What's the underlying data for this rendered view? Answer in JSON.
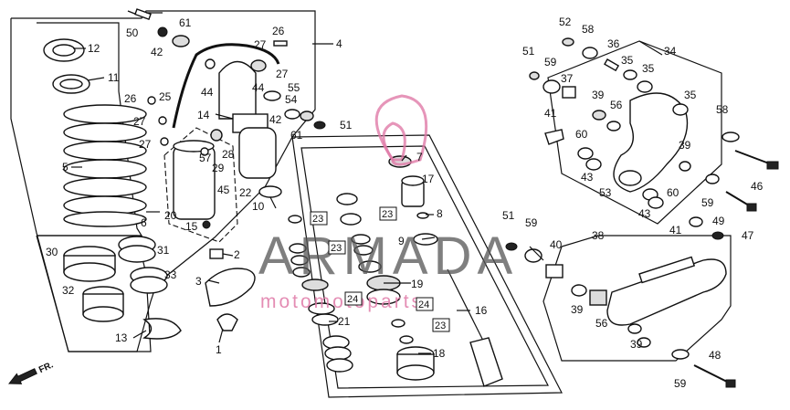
{
  "watermark": {
    "brand": "ARMADA",
    "tagline": "motomotoparts"
  },
  "direction_label": "FR.",
  "callouts": [
    {
      "id": "c1",
      "label": "1"
    },
    {
      "id": "c2",
      "label": "2"
    },
    {
      "id": "c3",
      "label": "3"
    },
    {
      "id": "c4",
      "label": "4"
    },
    {
      "id": "c5",
      "label": "5"
    },
    {
      "id": "c6",
      "label": "6"
    },
    {
      "id": "c7",
      "label": "7"
    },
    {
      "id": "c8",
      "label": "8"
    },
    {
      "id": "c9",
      "label": "9"
    },
    {
      "id": "c10",
      "label": "10"
    },
    {
      "id": "c11",
      "label": "11"
    },
    {
      "id": "c12",
      "label": "12"
    },
    {
      "id": "c13",
      "label": "13"
    },
    {
      "id": "c14",
      "label": "14"
    },
    {
      "id": "c15",
      "label": "15"
    },
    {
      "id": "c16",
      "label": "16"
    },
    {
      "id": "c17",
      "label": "17"
    },
    {
      "id": "c18",
      "label": "18"
    },
    {
      "id": "c19",
      "label": "19"
    },
    {
      "id": "c20",
      "label": "20"
    },
    {
      "id": "c21",
      "label": "21"
    },
    {
      "id": "c22",
      "label": "22"
    },
    {
      "id": "c23a",
      "label": "23"
    },
    {
      "id": "c23b",
      "label": "23"
    },
    {
      "id": "c23c",
      "label": "23"
    },
    {
      "id": "c23d",
      "label": "23"
    },
    {
      "id": "c24a",
      "label": "24"
    },
    {
      "id": "c24b",
      "label": "24"
    },
    {
      "id": "c25",
      "label": "25"
    },
    {
      "id": "c26a",
      "label": "26"
    },
    {
      "id": "c26b",
      "label": "26"
    },
    {
      "id": "c27a",
      "label": "27"
    },
    {
      "id": "c27b",
      "label": "27"
    },
    {
      "id": "c27c",
      "label": "27"
    },
    {
      "id": "c27d",
      "label": "27"
    },
    {
      "id": "c28",
      "label": "28"
    },
    {
      "id": "c29",
      "label": "29"
    },
    {
      "id": "c30",
      "label": "30"
    },
    {
      "id": "c31",
      "label": "31"
    },
    {
      "id": "c32",
      "label": "32"
    },
    {
      "id": "c33",
      "label": "33"
    },
    {
      "id": "c34",
      "label": "34"
    },
    {
      "id": "c35a",
      "label": "35"
    },
    {
      "id": "c35b",
      "label": "35"
    },
    {
      "id": "c35c",
      "label": "35"
    },
    {
      "id": "c36",
      "label": "36"
    },
    {
      "id": "c37",
      "label": "37"
    },
    {
      "id": "c38",
      "label": "38"
    },
    {
      "id": "c39a",
      "label": "39"
    },
    {
      "id": "c39b",
      "label": "39"
    },
    {
      "id": "c39c",
      "label": "39"
    },
    {
      "id": "c39d",
      "label": "39"
    },
    {
      "id": "c40",
      "label": "40"
    },
    {
      "id": "c41a",
      "label": "41"
    },
    {
      "id": "c41b",
      "label": "41"
    },
    {
      "id": "c42a",
      "label": "42"
    },
    {
      "id": "c42b",
      "label": "42"
    },
    {
      "id": "c43a",
      "label": "43"
    },
    {
      "id": "c43b",
      "label": "43"
    },
    {
      "id": "c44a",
      "label": "44"
    },
    {
      "id": "c44b",
      "label": "44"
    },
    {
      "id": "c45",
      "label": "45"
    },
    {
      "id": "c46",
      "label": "46"
    },
    {
      "id": "c47",
      "label": "47"
    },
    {
      "id": "c48",
      "label": "48"
    },
    {
      "id": "c49",
      "label": "49"
    },
    {
      "id": "c50",
      "label": "50"
    },
    {
      "id": "c51a",
      "label": "51"
    },
    {
      "id": "c51b",
      "label": "51"
    },
    {
      "id": "c51c",
      "label": "51"
    },
    {
      "id": "c52",
      "label": "52"
    },
    {
      "id": "c53",
      "label": "53"
    },
    {
      "id": "c54",
      "label": "54"
    },
    {
      "id": "c55",
      "label": "55"
    },
    {
      "id": "c56a",
      "label": "56"
    },
    {
      "id": "c56b",
      "label": "56"
    },
    {
      "id": "c57",
      "label": "57"
    },
    {
      "id": "c58a",
      "label": "58"
    },
    {
      "id": "c58b",
      "label": "58"
    },
    {
      "id": "c59a",
      "label": "59"
    },
    {
      "id": "c59b",
      "label": "59"
    },
    {
      "id": "c59c",
      "label": "59"
    },
    {
      "id": "c59d",
      "label": "59"
    },
    {
      "id": "c59e",
      "label": "59"
    },
    {
      "id": "c60a",
      "label": "60"
    },
    {
      "id": "c60b",
      "label": "60"
    },
    {
      "id": "c61a",
      "label": "61"
    },
    {
      "id": "c61b",
      "label": "61"
    }
  ]
}
